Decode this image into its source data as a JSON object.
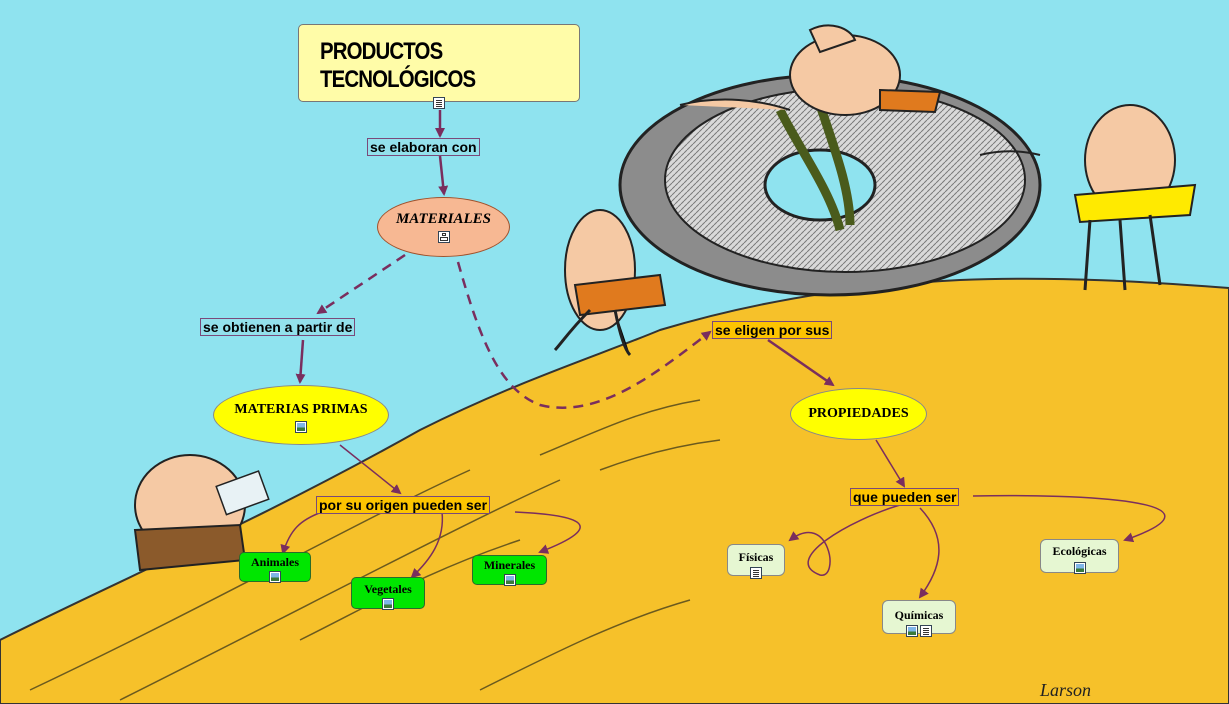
{
  "colors": {
    "sky": "#8fe3ef",
    "hill": "#f6c12a",
    "arrow": "#7a2e5e",
    "title_fill": "#fffca8",
    "materiales_fill": "#f7b893",
    "yellow_node": "#ffff00",
    "green_node": "#00e600",
    "pale_node": "#e6f7d2"
  },
  "map": {
    "title": "PRODUCTOS TECNOLÓGICOS",
    "title_icons": [
      "document-icon"
    ],
    "link_elaboran": "se elaboran con",
    "materiales": "MATERIALES",
    "materiales_icons": [
      "submap-icon"
    ],
    "link_obtienen": "se obtienen a partir de",
    "materias_primas": "MATERIAS PRIMAS",
    "materias_primas_icons": [
      "image-icon"
    ],
    "link_origen": "por su origen pueden ser",
    "animales": "Animales",
    "vegetales": "Vegetales",
    "minerales": "Minerales",
    "link_eligen": "se eligen por sus",
    "propiedades": "PROPIEDADES",
    "link_pueden": "que pueden ser",
    "fisicas": "Físicas",
    "quimicas": "Químicas",
    "ecologicas": "Ecológicas",
    "signature": "Larson"
  }
}
